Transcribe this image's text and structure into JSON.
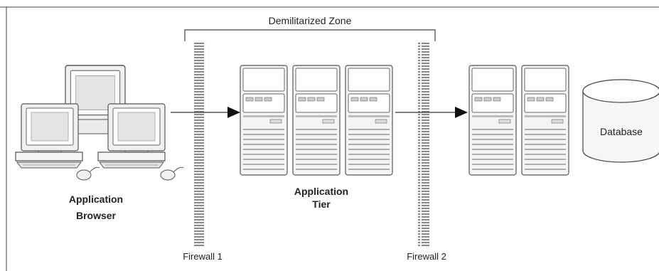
{
  "zone": {
    "label": "Demilitarized Zone"
  },
  "firewalls": [
    {
      "label": "Firewall 1"
    },
    {
      "label": "Firewall 2"
    }
  ],
  "client": {
    "line1": "Application",
    "line2": "Browser",
    "monitors": 3
  },
  "app_tier": {
    "line1": "Application",
    "line2": "Tier",
    "servers": 3
  },
  "db_tier": {
    "servers": 2
  },
  "database": {
    "label": "Database"
  },
  "colors": {
    "stroke": "#555555",
    "panel": "#f0f0f0",
    "screen": "#d8d8d8",
    "firewall": "#8a8a8a"
  }
}
